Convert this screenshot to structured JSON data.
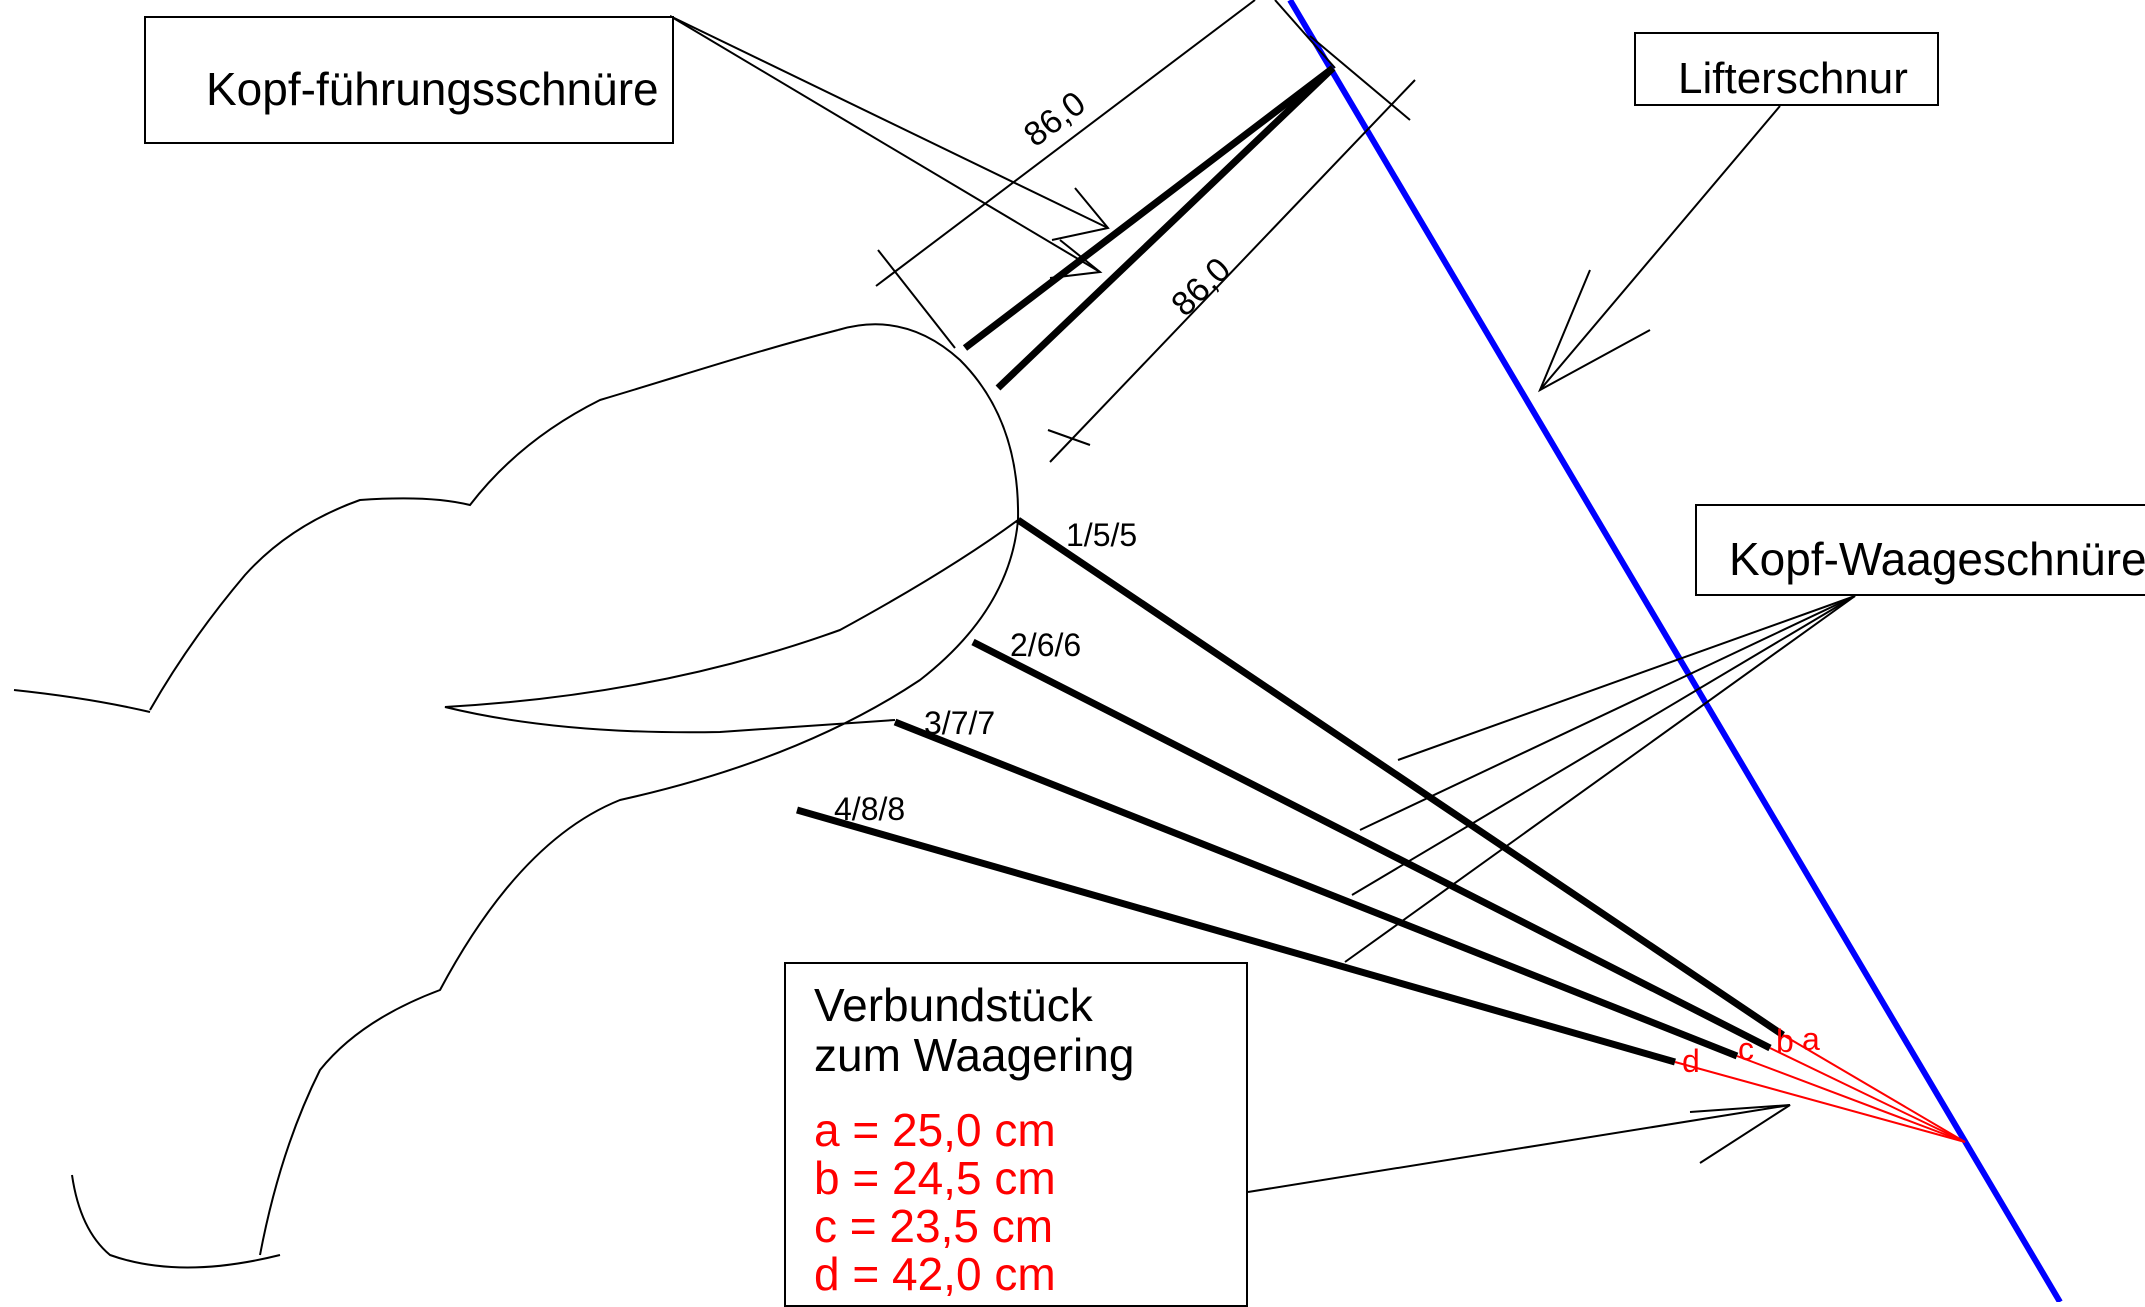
{
  "labels": {
    "kopf_fuehrung": "Kopf-führungsschnüre",
    "lifter": "Lifterschnur",
    "kopf_waage": "Kopf-Waageschnüre",
    "verbund_line1": "Verbundstück",
    "verbund_line2": "zum Waagering"
  },
  "dimensions": {
    "upper": "86,0",
    "lower": "86,0"
  },
  "line_tags": {
    "l1": "1/5/5",
    "l2": "2/6/6",
    "l3": "3/7/7",
    "l4": "4/8/8"
  },
  "points": {
    "a": "a",
    "b": "b",
    "c": "c",
    "d": "d"
  },
  "values": [
    "a = 25,0 cm",
    "b = 24,5 cm",
    "c = 23,5 cm",
    "d = 42,0 cm"
  ],
  "colors": {
    "lifter_line": "#0000ff",
    "bridle_accent": "#ff0000",
    "line": "#000000"
  }
}
